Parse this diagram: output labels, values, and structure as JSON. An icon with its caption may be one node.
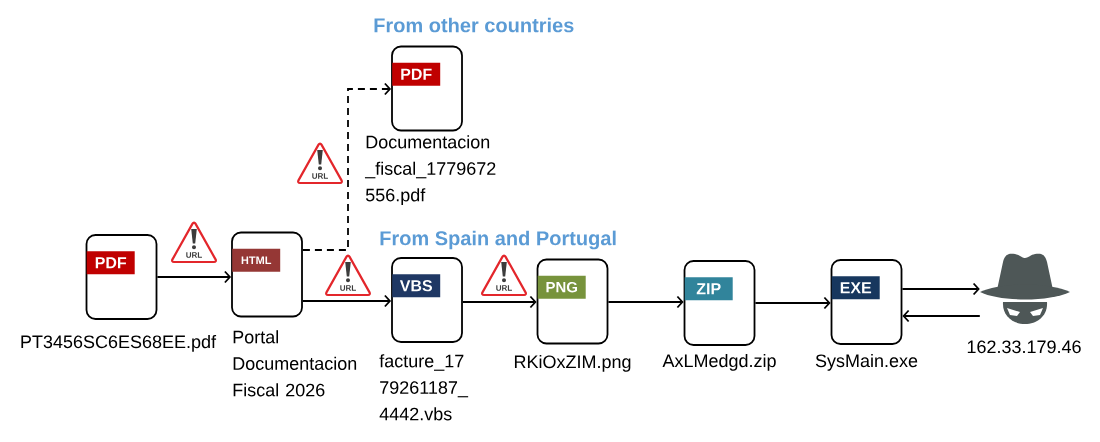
{
  "diagram": {
    "nodes": [
      {
        "text": [
          "PDF"
        ],
        "beside": [
          "PT3456SC6ES68EE.pdf"
        ]
      },
      {
        "text": [
          "HTML"
        ],
        "beside": [
          "Portal Documentacion Fiscal 2026"
        ]
      },
      {
        "text": [
          "PDF"
        ],
        "beside": [
          "Documentacion _fiscal_1779672 556.pdf"
        ]
      },
      {
        "text": [
          "VBS"
        ],
        "beside": [
          "facture_17 79261187_ 4442.vbs"
        ]
      },
      {
        "text": [
          "PNG"
        ],
        "beside": [
          "RKiOxZIM.png"
        ]
      },
      {
        "text": [
          "ZIP"
        ],
        "beside": [
          "AxLMedgd.zip"
        ]
      },
      {
        "text": [
          "EXE"
        ],
        "beside": [
          "SysMain.exe"
        ]
      },
      {
        "text": [],
        "shape": "person",
        "beside": [
          "162.33.179.46"
        ]
      }
    ],
    "edges": [
      {
        "from": 0,
        "to": 1,
        "arrow": "to",
        "label": "URL"
      },
      {
        "from": 1,
        "to": 2,
        "arrow": "to",
        "label": "URL",
        "style": "dashed"
      },
      {
        "from": 1,
        "to": 3,
        "arrow": "to",
        "label": "URL"
      },
      {
        "from": 3,
        "to": 4,
        "arrow": "to",
        "label": "URL"
      },
      {
        "from": 4,
        "to": 5,
        "arrow": "to"
      },
      {
        "from": 5,
        "to": 6,
        "arrow": "to"
      },
      {
        "from": 6,
        "to": 7,
        "arrow": "to"
      },
      {
        "from": 7,
        "to": 6,
        "arrow": "to"
      }
    ],
    "labels": [
      "From other countries",
      "From Spain and Portugal"
    ]
  }
}
